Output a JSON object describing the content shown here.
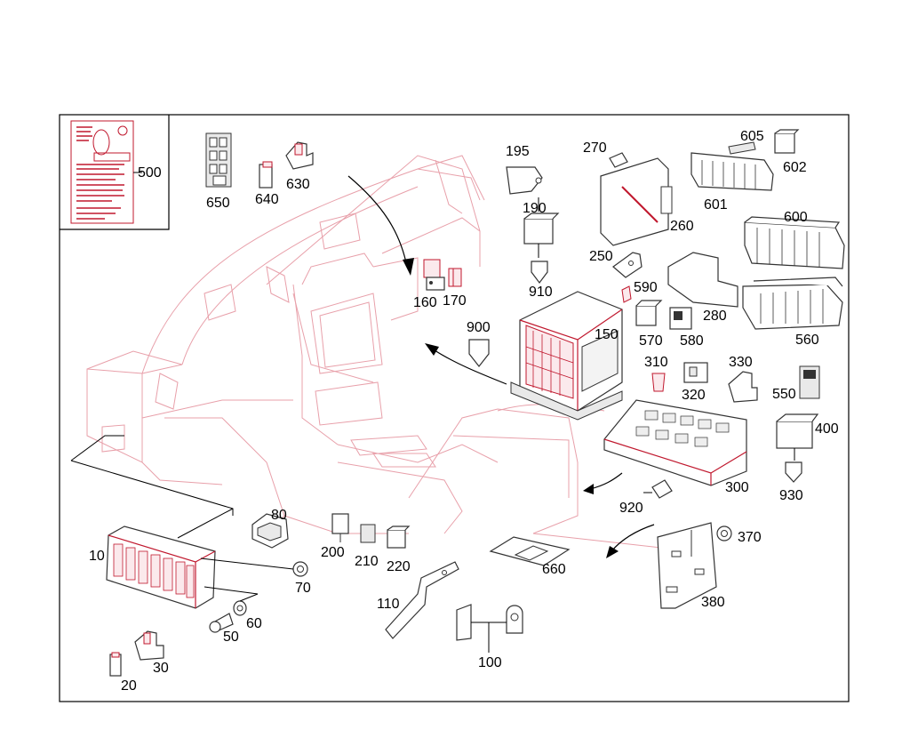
{
  "diagram": {
    "part_numbers": {
      "p500": "500",
      "p650": "650",
      "p640": "640",
      "p630": "630",
      "p160": "160",
      "p170": "170",
      "p195": "195",
      "p190": "190",
      "p910": "910",
      "p900": "900",
      "p150": "150",
      "p270": "270",
      "p260": "260",
      "p605": "605",
      "p602": "602",
      "p601": "601",
      "p600": "600",
      "p250": "250",
      "p590": "590",
      "p280": "280",
      "p560": "560",
      "p570": "570",
      "p580": "580",
      "p310": "310",
      "p320": "320",
      "p330": "330",
      "p550": "550",
      "p400": "400",
      "p930": "930",
      "p300": "300",
      "p920": "920",
      "p80": "80",
      "p10": "10",
      "p70": "70",
      "p60": "60",
      "p50": "50",
      "p30": "30",
      "p20": "20",
      "p200": "200",
      "p210": "210",
      "p220": "220",
      "p110": "110",
      "p100": "100",
      "p660": "660",
      "p370": "370",
      "p380": "380"
    },
    "colors": {
      "outline": "#c0182e",
      "ghost": "#e8a0aa",
      "line": "#000000"
    }
  }
}
